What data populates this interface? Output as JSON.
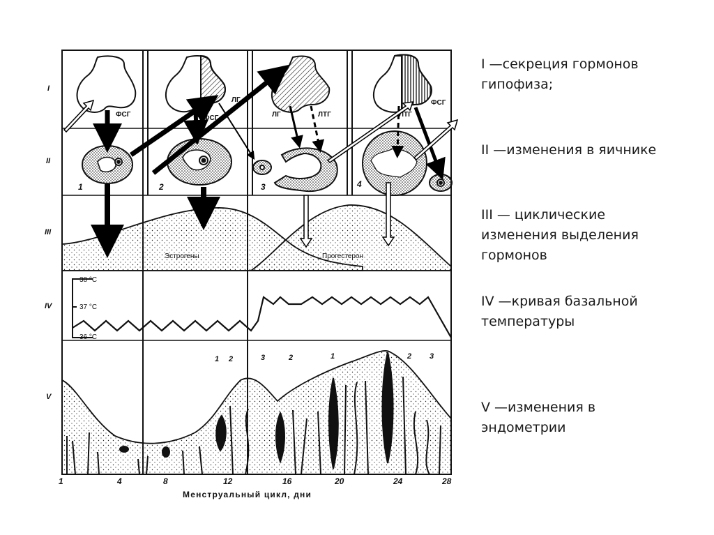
{
  "row_labels": [
    "I",
    "II",
    "III",
    "IV",
    "V"
  ],
  "hormones": {
    "fsg": "ФСГ",
    "lg": "ЛГ",
    "ltg": "ЛТГ"
  },
  "ovary_stages": [
    "1",
    "2",
    "3",
    "4"
  ],
  "curves": {
    "estrogens": "Эстрогены",
    "progesterone": "Прогестерон"
  },
  "temperatures": [
    "38 °C",
    "37 °C",
    "36 °C"
  ],
  "gland_labels": [
    "1",
    "2",
    "3",
    "2",
    "1",
    "2",
    "3"
  ],
  "x_axis": {
    "ticks": [
      "1",
      "4",
      "8",
      "12",
      "16",
      "20",
      "24",
      "28"
    ],
    "label": "Менструальный цикл, дни"
  },
  "legend": [
    {
      "lines": [
        "I —секреция гормонов",
        "гипофиза;"
      ]
    },
    {
      "lines": [
        "II —изменения в яичнике"
      ]
    },
    {
      "lines": [
        "III — циклические",
        "изменения выделения",
        "гормонов"
      ]
    },
    {
      "lines": [
        "IV —кривая базальной",
        "температуры"
      ]
    },
    {
      "lines": [
        "V —изменения в",
        "эндометрии"
      ]
    }
  ]
}
